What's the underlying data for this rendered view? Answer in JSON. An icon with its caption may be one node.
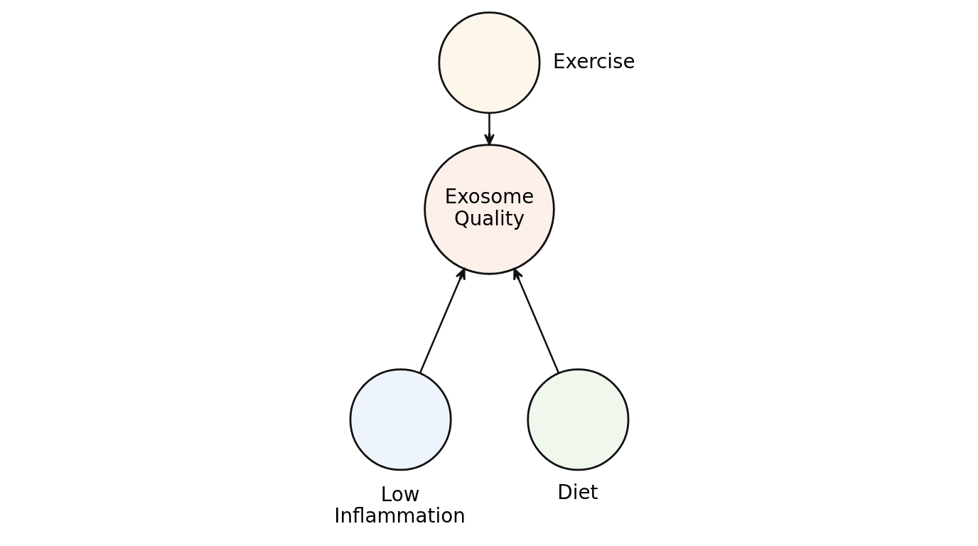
{
  "diagram": {
    "nodes": [
      {
        "text": [
          "Exercise"
        ]
      },
      {
        "text": [
          "Exosome Quality"
        ]
      },
      {
        "text": [
          "Low Inflammation"
        ]
      },
      {
        "text": [
          "Diet"
        ]
      }
    ],
    "edges": [
      {
        "from": 0,
        "to": 1,
        "arrow": "to"
      },
      {
        "from": 2,
        "to": 1,
        "arrow": "to"
      },
      {
        "from": 3,
        "to": 1,
        "arrow": "to"
      }
    ]
  }
}
